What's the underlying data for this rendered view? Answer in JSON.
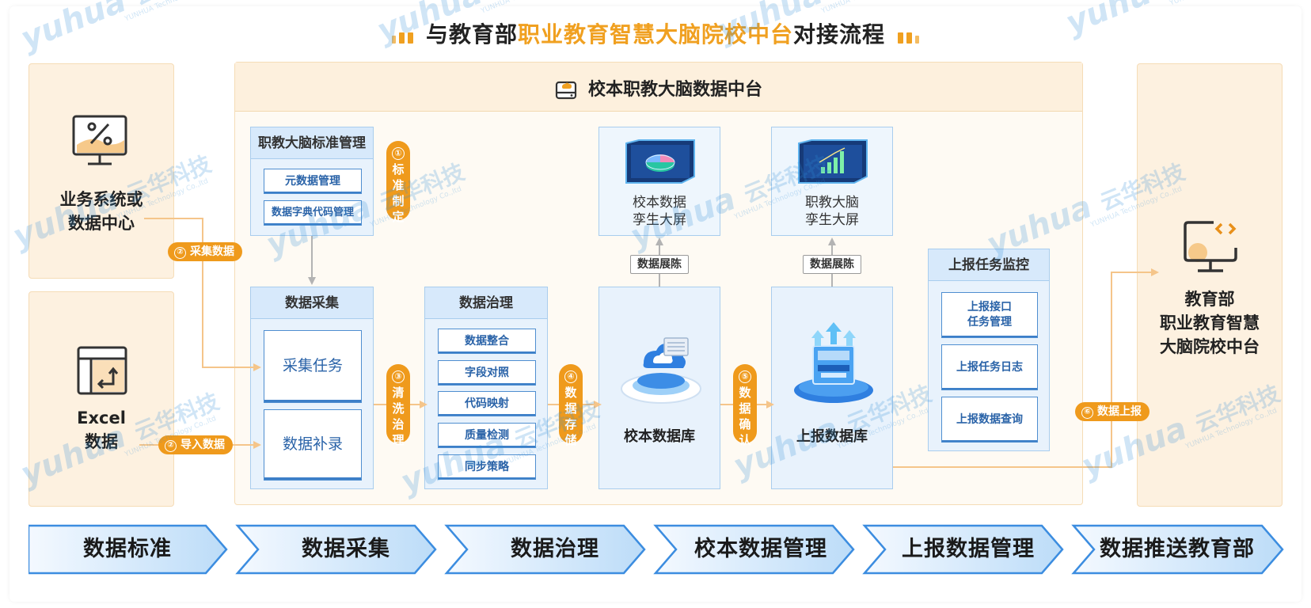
{
  "title": {
    "part1": "与教育部",
    "part2": "职业教育智慧大脑院校中台",
    "part3": "对接流程"
  },
  "sources": {
    "business": {
      "line1": "业务系统或",
      "line2": "数据中心",
      "icon": "percent-monitor-icon"
    },
    "excel": {
      "line1": "Excel",
      "line2": "数据",
      "icon": "spreadsheet-icon"
    }
  },
  "center": {
    "title": "校本职教大脑数据中台",
    "icon": "database-cloud-icon"
  },
  "standard_mgmt": {
    "title": "职教大脑标准管理",
    "items": [
      "元数据管理",
      "数据字典代码管理"
    ]
  },
  "collection": {
    "title": "数据采集",
    "items": [
      "采集任务",
      "数据补录"
    ]
  },
  "governance": {
    "title": "数据治理",
    "items": [
      "数据整合",
      "字段对照",
      "代码映射",
      "质量检测",
      "同步策略"
    ]
  },
  "school_screen": {
    "line1": "校本数据",
    "line2": "孪生大屏"
  },
  "brain_screen": {
    "line1": "职教大脑",
    "line2": "孪生大屏"
  },
  "school_db": {
    "label": "校本数据库"
  },
  "report_db": {
    "label": "上报数据库"
  },
  "report_monitor": {
    "title": "上报任务监控",
    "item1_line1": "上报接口",
    "item1_line2": "任务管理",
    "items": [
      "上报任务日志",
      "上报数据查询"
    ]
  },
  "destination": {
    "line1": "教育部",
    "line2": "职业教育智慧",
    "line3": "大脑院校中台",
    "icon": "code-monitor-icon"
  },
  "steps": {
    "s1": {
      "num": "①",
      "chars": [
        "标",
        "准",
        "制",
        "定"
      ]
    },
    "s2a": {
      "num": "②",
      "label": "采集数据"
    },
    "s2b": {
      "num": "②",
      "label": "导入数据"
    },
    "s3": {
      "num": "③",
      "chars": [
        "清",
        "洗",
        "治",
        "理"
      ]
    },
    "s4": {
      "num": "④",
      "chars": [
        "数",
        "据",
        "存",
        "储"
      ]
    },
    "s5": {
      "num": "⑤",
      "chars": [
        "数",
        "据",
        "确",
        "认"
      ]
    },
    "s6": {
      "num": "⑥",
      "label": "数据上报"
    }
  },
  "display_tags": [
    "数据展陈",
    "数据展陈"
  ],
  "stages": [
    "数据标准",
    "数据采集",
    "数据治理",
    "校本数据管理",
    "上报数据管理",
    "数据推送教育部"
  ],
  "watermark": {
    "brand": "云华科技",
    "sub": "YUNHUA Technology Co.,ltd"
  },
  "colors": {
    "accent": "#ef9a1c",
    "blue": "#3c7fc8",
    "panel": "#fdf1e0"
  }
}
